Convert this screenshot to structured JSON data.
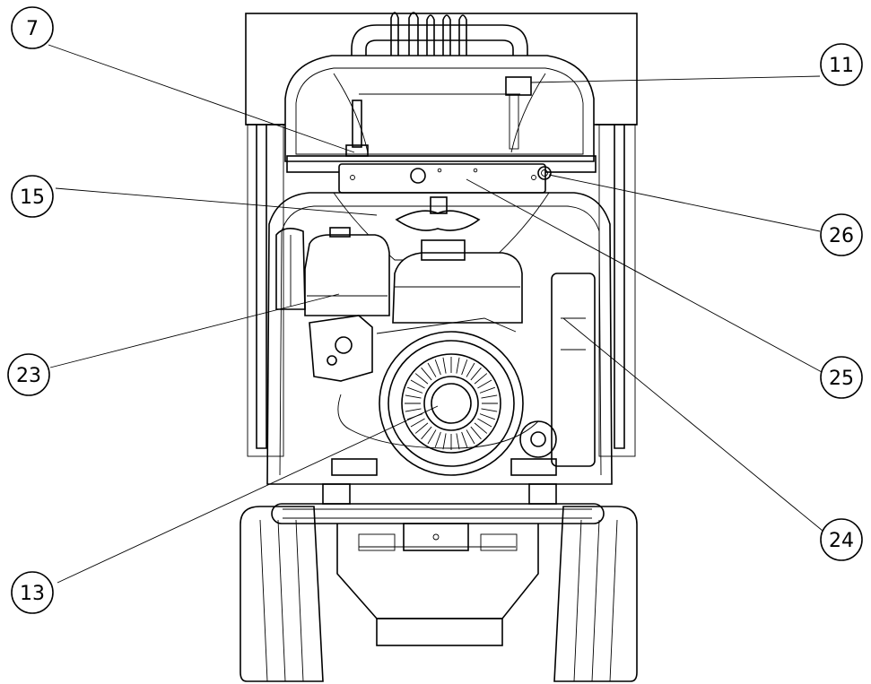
{
  "callouts": {
    "c7": "7",
    "c11": "11",
    "c15": "15",
    "c26": "26",
    "c23": "23",
    "c25": "25",
    "c24": "24",
    "c13": "13"
  }
}
